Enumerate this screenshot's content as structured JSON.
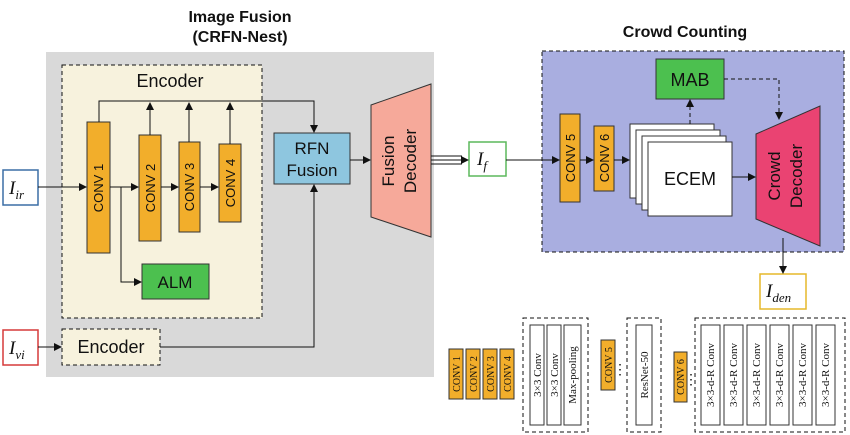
{
  "image_fusion": {
    "title": "Image Fusion",
    "subtitle": "(CRFN-Nest)",
    "encoder_label": "Encoder",
    "convs": [
      "CONV 1",
      "CONV 2",
      "CONV 3",
      "CONV 4"
    ],
    "alm": "ALM",
    "rfn_line1": "RFN",
    "rfn_line2": "Fusion",
    "decoder_line1": "Fusion",
    "decoder_line2": "Decoder",
    "vi_encoder": "Encoder"
  },
  "inputs": {
    "ir": {
      "base": "I",
      "sub": "ir"
    },
    "vi": {
      "base": "I",
      "sub": "vi"
    },
    "f": {
      "base": "I",
      "sub": "f"
    },
    "den": {
      "base": "I",
      "sub": "den"
    }
  },
  "crowd_counting": {
    "title": "Crowd Counting",
    "conv5": "CONV 5",
    "conv6": "CONV 6",
    "mab": "MAB",
    "ecem": "ECEM",
    "decoder_line1": "Crowd",
    "decoder_line2": "Decoder"
  },
  "legend": {
    "convs": [
      "CONV 1",
      "CONV 2",
      "CONV 3",
      "CONV 4"
    ],
    "conv_group": [
      "3×3 Conv",
      "3×3 Conv",
      "Max-pooling"
    ],
    "conv5": "CONV 5",
    "conv5_block": "ResNet-50",
    "conv6": "CONV 6",
    "conv6_blocks": [
      "3×3-d-R Conv",
      "3×3-d-R Conv",
      "3×3-d-R Conv",
      "3×3-d-R Conv",
      "3×3-d-R Conv",
      "3×3-d-R Conv"
    ],
    "dots": "⋮"
  },
  "colors": {
    "conv": "#f2ae2b",
    "alm": "#4cc04f",
    "rfn": "#8ec6df",
    "fusion_decoder": "#f6a99a",
    "crowd_bg": "#a9aee0",
    "crowd_decoder": "#ea4372",
    "fusion_bg": "#d9d9d9",
    "encoder_bg": "#f7f2dd",
    "ir_border": "#3b6ea5",
    "vi_border": "#d63a3a",
    "f_border": "#5cb85c",
    "den_border": "#e6b82a"
  }
}
